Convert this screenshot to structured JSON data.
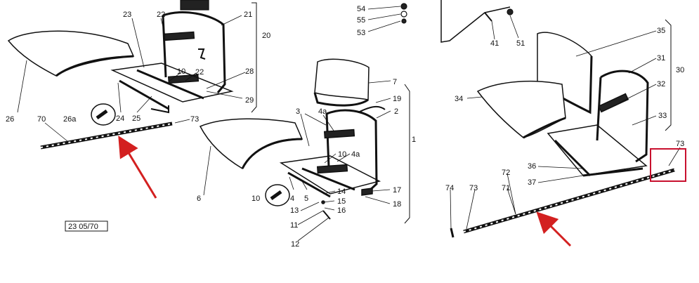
{
  "stamp": "23 05/70",
  "groups": {
    "g20": "20",
    "g1": "1",
    "g30": "30"
  },
  "labels": {
    "l23": "23",
    "l22a": "22",
    "l21": "21",
    "l26": "26",
    "l10a": "10",
    "l22b": "22",
    "l28": "28",
    "l29": "29",
    "l24": "24",
    "l25": "25",
    "l26a": "26a",
    "l70": "70",
    "l73a": "73",
    "l54": "54",
    "l55": "55",
    "l53": "53",
    "l41": "41",
    "l51": "51",
    "l7": "7",
    "l19": "19",
    "l2": "2",
    "l3": "3",
    "l4a": "4a",
    "l10b": "10",
    "l4ab": "4a",
    "l6": "6",
    "l10c": "10",
    "l4": "4",
    "l5": "5",
    "l14": "14",
    "l15": "15",
    "l16": "16",
    "l17": "17",
    "l18": "18",
    "l13": "13",
    "l11": "11",
    "l12": "12",
    "l35": "35",
    "l31": "31",
    "l32": "32",
    "l33": "33",
    "l34": "34",
    "l73b": "73",
    "l36": "36",
    "l72": "72",
    "l71": "71",
    "l37": "37",
    "l74": "74",
    "l73c": "73"
  },
  "colors": {
    "arrow": "#d32020",
    "highlight": "#c8102e",
    "ink": "#111111"
  }
}
